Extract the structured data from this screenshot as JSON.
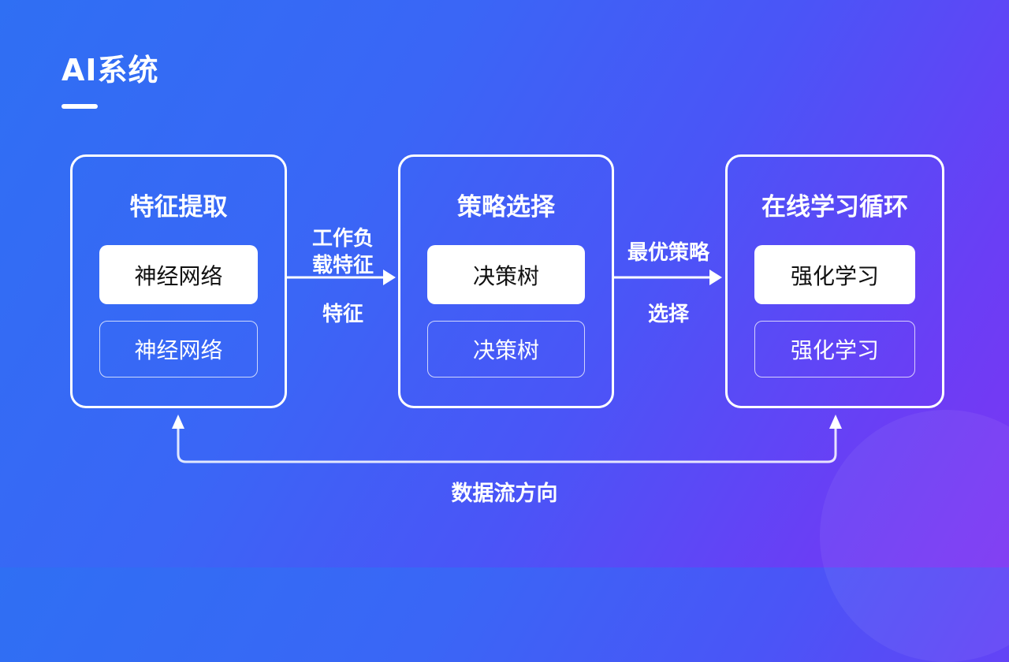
{
  "title": "AI系统",
  "colors": {
    "background_start": "#2f6ff3",
    "background_end": "#7c35f3",
    "box_border": "#ffffff",
    "chip_solid_bg": "#ffffff",
    "chip_solid_text": "#111111"
  },
  "stages": [
    {
      "title": "特征提取",
      "primary": "神经网络",
      "secondary": "神经网络"
    },
    {
      "title": "策略选择",
      "primary": "决策树",
      "secondary": "决策树"
    },
    {
      "title": "在线学习循环",
      "primary": "强化学习",
      "secondary": "强化学习"
    }
  ],
  "edges": [
    {
      "from": "特征提取",
      "to": "策略选择",
      "label_above": "工作负载特征",
      "label_above_line1": "工作负",
      "label_above_line2": "载特征",
      "label_below": "特征"
    },
    {
      "from": "策略选择",
      "to": "在线学习循环",
      "label_above": "最优策略",
      "label_below": "选择"
    }
  ],
  "feedback": {
    "from": "在线学习循环",
    "to": "特征提取",
    "label": "数据流方向"
  }
}
